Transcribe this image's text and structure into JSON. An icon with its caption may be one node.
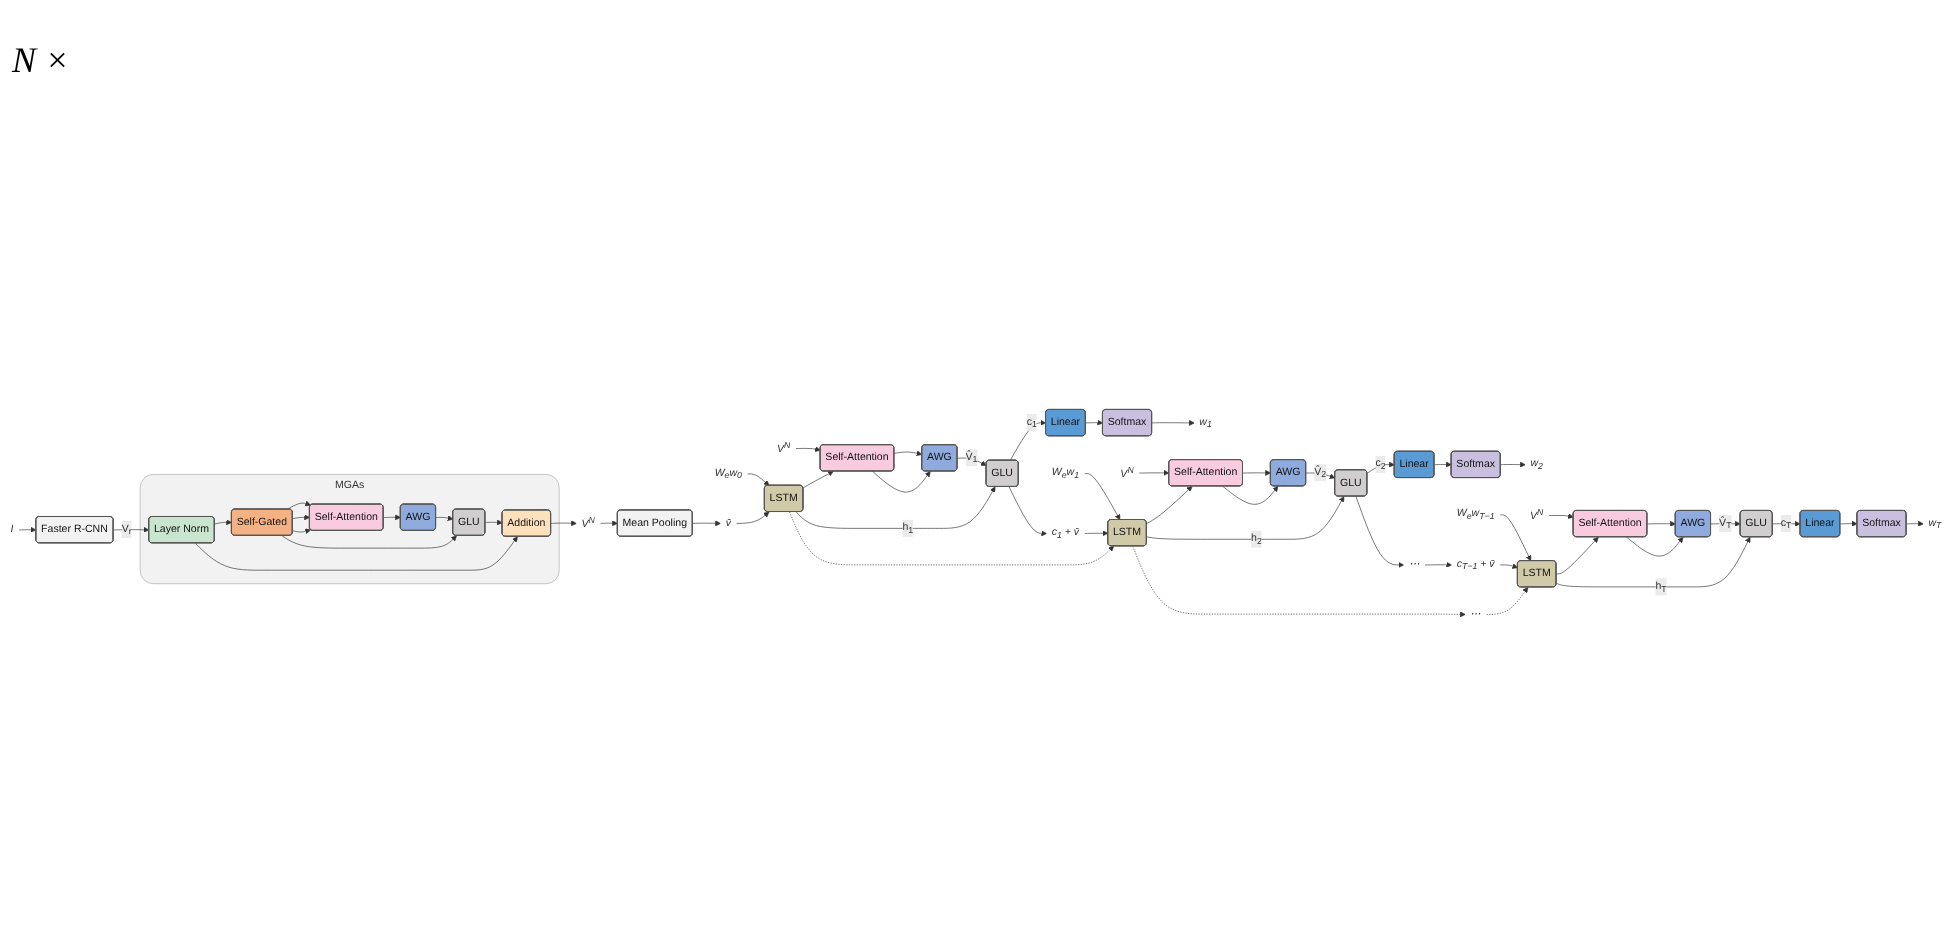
{
  "diagram": {
    "nodes": [
      {
        "text": [
          "MGAs"
        ]
      },
      {
        "text": [
          "Addition"
        ],
        "in": 0
      },
      {
        "text": [
          "GLU"
        ],
        "in": 0
      },
      {
        "text": [
          "AWG"
        ],
        "in": 0
      },
      {
        "text": [
          "Self-Attention"
        ],
        "in": 0
      },
      {
        "text": [
          "Self-Gated"
        ],
        "in": 0
      },
      {
        "text": [
          "Layer Norm"
        ],
        "in": 0
      },
      {
        "text": [
          "Faster R-CNN"
        ]
      },
      {
        "text": [
          "I"
        ]
      },
      {
        "text": [
          "V$^{N}$"
        ]
      },
      {
        "text": [
          "Mean Pooling"
        ]
      },
      {
        "text": [
          "v̄"
        ]
      },
      {
        "text": [
          "w$_{1}$"
        ]
      },
      {
        "text": [
          "Softmax"
        ]
      },
      {
        "text": [
          "Linear"
        ]
      },
      {
        "text": [
          "GLU"
        ]
      },
      {
        "text": [
          "AWG"
        ]
      },
      {
        "text": [
          "Self-Attention"
        ]
      },
      {
        "text": [
          "LSTM"
        ]
      },
      {
        "text": [
          "V$^{N}$"
        ]
      },
      {
        "text": [
          "W$_{e}$w$_{0}$"
        ]
      },
      {
        "text": [
          "w$_{2}$"
        ]
      },
      {
        "text": [
          "Softmax"
        ]
      },
      {
        "text": [
          "Linear"
        ]
      },
      {
        "text": [
          "GLU"
        ]
      },
      {
        "text": [
          "AWG"
        ]
      },
      {
        "text": [
          "Self-Attention"
        ]
      },
      {
        "text": [
          "LSTM"
        ]
      },
      {
        "text": [
          "V$^{N}$"
        ]
      },
      {
        "text": [
          "c$_{1}$ + v̄"
        ]
      },
      {
        "text": [
          "W$_{e}$w$_{1}$"
        ]
      },
      {
        "text": [
          "⋯"
        ]
      },
      {
        "text": [
          "⋯"
        ]
      },
      {
        "text": [
          "w$_{T}$"
        ]
      },
      {
        "text": [
          "Softmax"
        ]
      },
      {
        "text": [
          "Linear"
        ]
      },
      {
        "text": [
          "GLU"
        ]
      },
      {
        "text": [
          "AWG"
        ]
      },
      {
        "text": [
          "Self-Attention"
        ]
      },
      {
        "text": [
          "LSTM"
        ]
      },
      {
        "text": [
          "V$^{N}$"
        ]
      },
      {
        "text": [
          "c$_{T−1}$ + v̄"
        ]
      },
      {
        "text": [
          "W$_{e}$w$_{T−1}$"
        ]
      }
    ],
    "edges": [
      {
        "from": 6,
        "to": 5,
        "arrow": "to"
      },
      {
        "from": 6,
        "to": 1,
        "arrow": "to"
      },
      {
        "from": 5,
        "to": 4,
        "arrow": "to"
      },
      {
        "from": 5,
        "to": 4,
        "arrow": "to"
      },
      {
        "from": 5,
        "to": 4,
        "arrow": "to"
      },
      {
        "from": 5,
        "to": 2,
        "arrow": "to"
      },
      {
        "from": 4,
        "to": 3,
        "arrow": "to"
      },
      {
        "from": 3,
        "to": 2,
        "arrow": "to"
      },
      {
        "from": 2,
        "to": 1,
        "arrow": "to"
      },
      {
        "from": 1,
        "to": 9,
        "arrow": "to"
      },
      {
        "from": 7,
        "to": 6,
        "arrow": "to",
        "label": "V$_{r}$"
      },
      {
        "from": 8,
        "to": 7,
        "arrow": "to"
      },
      {
        "from": 9,
        "to": 10,
        "arrow": "to"
      },
      {
        "from": 10,
        "to": 11,
        "arrow": "to"
      },
      {
        "from": 11,
        "to": 18,
        "arrow": "to"
      },
      {
        "from": 20,
        "to": 18,
        "arrow": "to"
      },
      {
        "from": 18,
        "to": 15,
        "arrow": "to",
        "label": "h$_{1}$"
      },
      {
        "from": 18,
        "to": 17,
        "arrow": "to"
      },
      {
        "from": 19,
        "to": 17,
        "arrow": "to"
      },
      {
        "from": 17,
        "to": 16,
        "arrow": "to"
      },
      {
        "from": 17,
        "to": 16,
        "arrow": "to"
      },
      {
        "from": 16,
        "to": 15,
        "arrow": "to",
        "label": "V̂$_{1}$"
      },
      {
        "from": 15,
        "to": 14,
        "arrow": "to",
        "label": "c$_{1}$"
      },
      {
        "from": 14,
        "to": 13,
        "arrow": "to"
      },
      {
        "from": 13,
        "to": 12,
        "arrow": "to"
      },
      {
        "from": 15,
        "to": 29,
        "arrow": "to"
      },
      {
        "from": 18,
        "to": 27,
        "arrow": "to",
        "style": "dashed"
      },
      {
        "from": 29,
        "to": 27,
        "arrow": "to"
      },
      {
        "from": 30,
        "to": 27,
        "arrow": "to"
      },
      {
        "from": 27,
        "to": 24,
        "arrow": "to",
        "label": "h$_{2}$"
      },
      {
        "from": 27,
        "to": 26,
        "arrow": "to"
      },
      {
        "from": 28,
        "to": 26,
        "arrow": "to"
      },
      {
        "from": 26,
        "to": 25,
        "arrow": "to"
      },
      {
        "from": 26,
        "to": 25,
        "arrow": "to"
      },
      {
        "from": 25,
        "to": 24,
        "arrow": "to",
        "label": "V̂$_{2}$"
      },
      {
        "from": 24,
        "to": 23,
        "arrow": "to",
        "label": "c$_{2}$"
      },
      {
        "from": 23,
        "to": 22,
        "arrow": "to"
      },
      {
        "from": 22,
        "to": 21,
        "arrow": "to"
      },
      {
        "from": 24,
        "to": 31,
        "arrow": "to"
      },
      {
        "from": 31,
        "to": 41,
        "arrow": "to"
      },
      {
        "from": 27,
        "to": 32,
        "arrow": "to",
        "style": "dashed"
      },
      {
        "from": 32,
        "to": 39,
        "arrow": "to",
        "style": "dashed"
      },
      {
        "from": 41,
        "to": 39,
        "arrow": "to"
      },
      {
        "from": 42,
        "to": 39,
        "arrow": "to"
      },
      {
        "from": 39,
        "to": 36,
        "arrow": "to",
        "label": "h$_{T}$"
      },
      {
        "from": 39,
        "to": 38,
        "arrow": "to"
      },
      {
        "from": 40,
        "to": 38,
        "arrow": "to"
      },
      {
        "from": 38,
        "to": 37,
        "arrow": "to"
      },
      {
        "from": 38,
        "to": 37,
        "arrow": "to"
      },
      {
        "from": 37,
        "to": 36,
        "arrow": "to",
        "label": "V̂$_{T}$"
      },
      {
        "from": 36,
        "to": 35,
        "arrow": "to",
        "label": "c$_{T}$"
      },
      {
        "from": 35,
        "to": 34,
        "arrow": "to"
      },
      {
        "from": 34,
        "to": 33,
        "arrow": "to"
      }
    ],
    "labels": [
      "N ×"
    ]
  }
}
